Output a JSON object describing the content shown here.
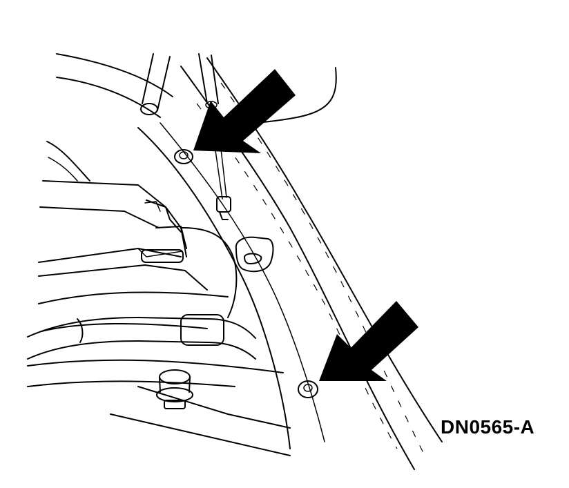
{
  "figure": {
    "code": "DN0565-A"
  },
  "callouts": [
    {
      "name": "upper-fastener-arrow",
      "target": "upper-fastener"
    },
    {
      "name": "lower-fastener-arrow",
      "target": "lower-fastener"
    }
  ],
  "colors": {
    "ink": "#000000",
    "paper": "#ffffff"
  }
}
